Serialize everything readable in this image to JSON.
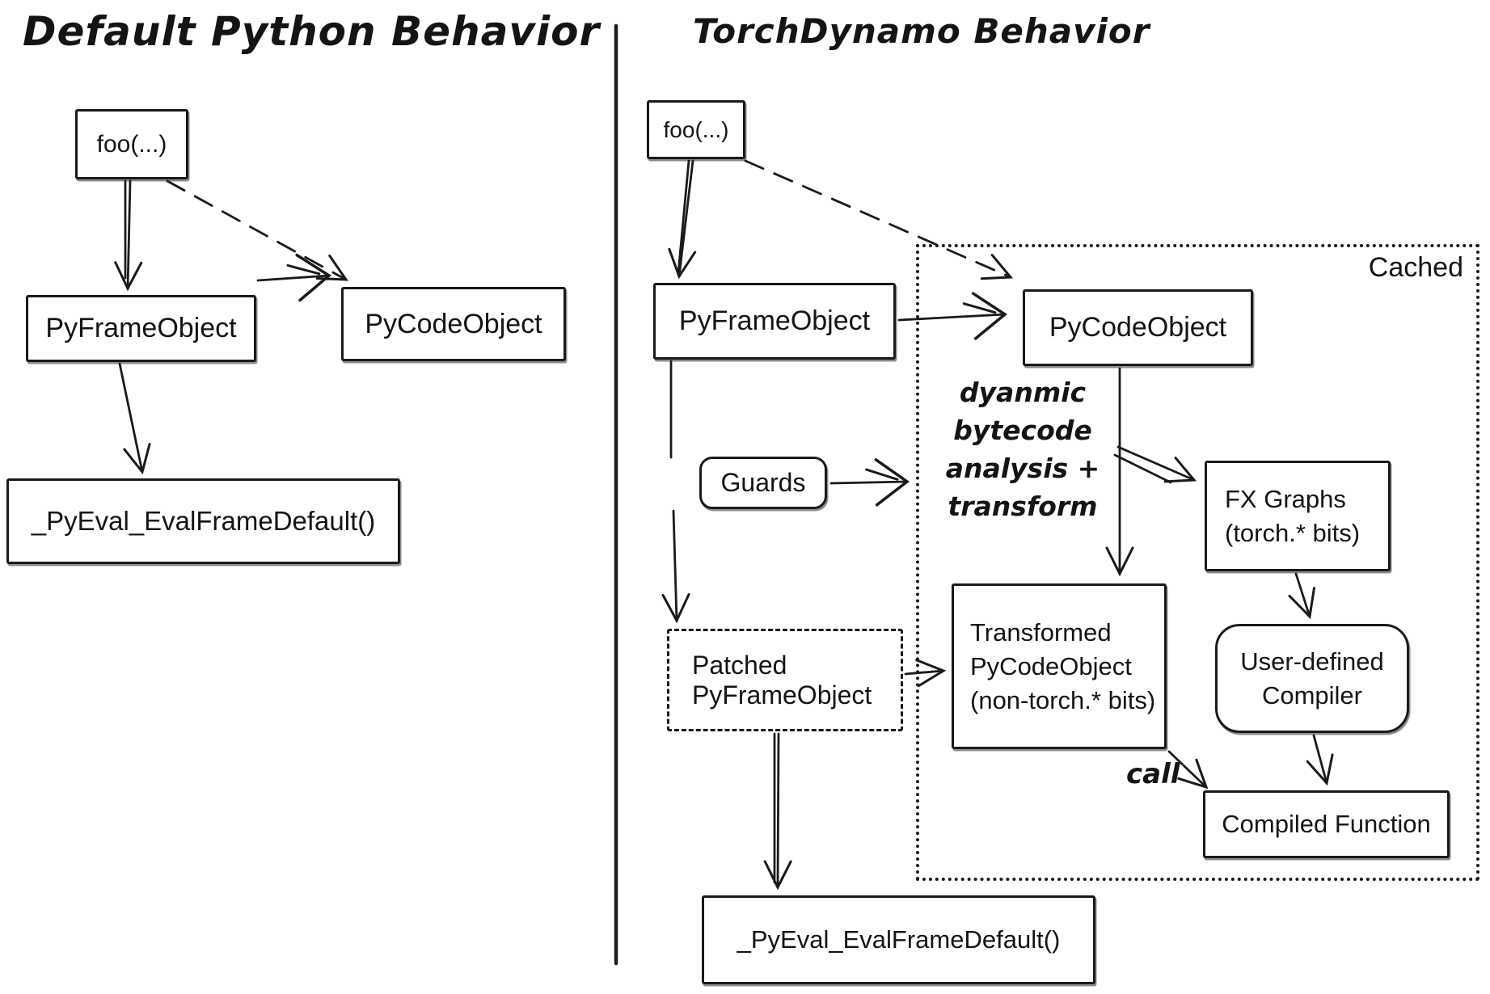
{
  "colors": {
    "ink": "#1a1a1a",
    "background": "#ffffff"
  },
  "left": {
    "title": "Default Python Behavior",
    "foo": "foo(...)",
    "pyframe": "PyFrameObject",
    "pycode": "PyCodeObject",
    "pyeval": "_PyEval_EvalFrameDefault()"
  },
  "right": {
    "title": "TorchDynamo Behavior",
    "foo": "foo(...)",
    "pyframe": "PyFrameObject",
    "pycode": "PyCodeObject",
    "guards": "Guards",
    "cached_label": "Cached",
    "patched": {
      "line1": "Patched",
      "line2": "PyFrameObject"
    },
    "transformed": {
      "line1": "Transformed",
      "line2": "PyCodeObject",
      "line3": "(non-torch.* bits)"
    },
    "fx": {
      "line1": "FX Graphs",
      "line2": "(torch.* bits)"
    },
    "compiler": {
      "line1": "User-defined",
      "line2": "Compiler"
    },
    "compiled": "Compiled Function",
    "pyeval": "_PyEval_EvalFrameDefault()",
    "note": {
      "line1": "dyanmic",
      "line2": "bytecode",
      "line3": "analysis +",
      "line4": "transform"
    },
    "call_label": "call"
  }
}
